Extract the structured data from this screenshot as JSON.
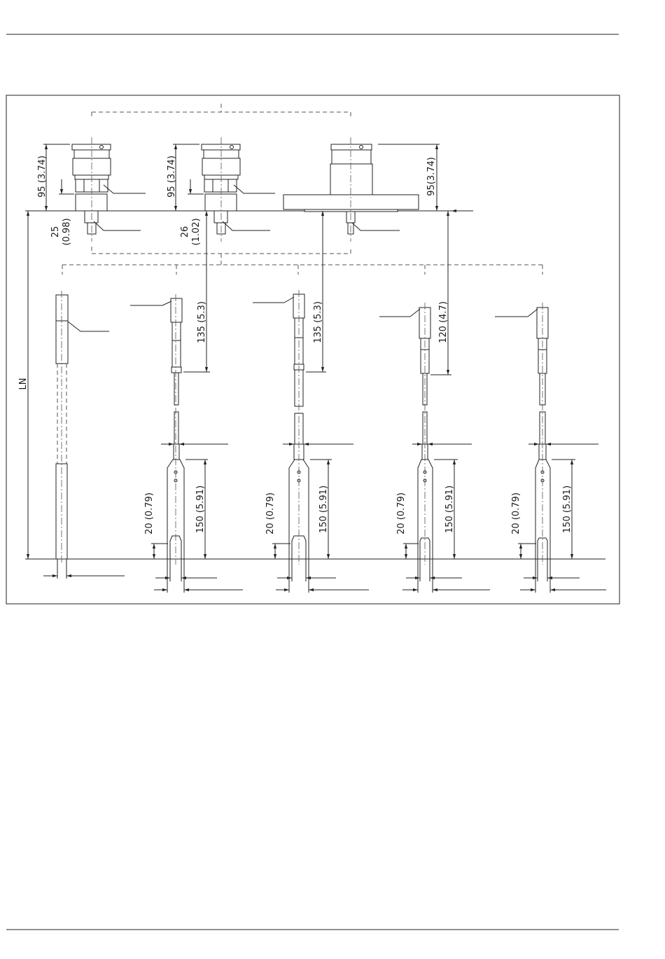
{
  "dimensions": {
    "h95_a": "95 (3.74)",
    "h95_b": "95 (3.74)",
    "h95_c": "95(3.74)",
    "h25": "25",
    "h25_in": "(0.98)",
    "h26": "26",
    "h26_in": "(1.02)",
    "ln": "LN",
    "d135_a": "135 (5.3)",
    "d135_b": "135 (5.3)",
    "d120": "120 (4.7)",
    "d20_a": "20 (0.79)",
    "d20_b": "20 (0.79)",
    "d20_c": "20 (0.79)",
    "d20_d": "20 (0.79)",
    "d150_a": "150 (5.91)",
    "d150_b": "150 (5.91)",
    "d150_c": "150 (5.91)",
    "d150_d": "150 (5.91)"
  }
}
